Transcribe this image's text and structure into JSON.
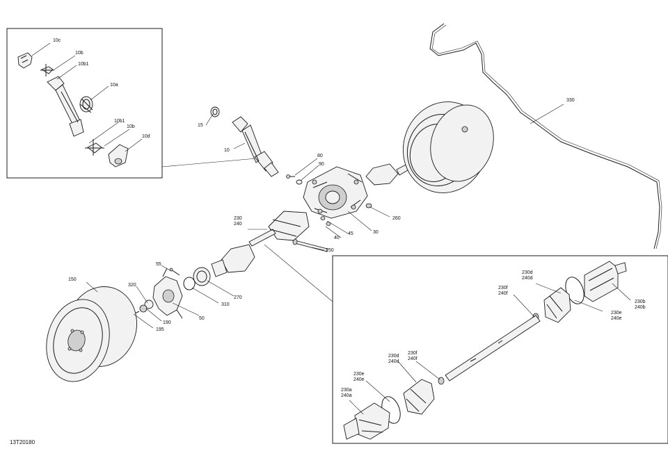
{
  "diagram": {
    "reference_code": "13T20180",
    "callouts": {
      "inset_driveshaft": [
        "10c",
        "10b",
        "10b1",
        "10a",
        "10b1",
        "10b",
        "10d"
      ],
      "main": [
        "15",
        "10",
        "80",
        "90",
        "330",
        "230\n240",
        "260",
        "30",
        "45",
        "40",
        "250",
        "55",
        "320",
        "150",
        "190",
        "195",
        "50",
        "310",
        "270"
      ],
      "inset_axle": [
        "230d\n240d",
        "230f\n240f",
        "230b\n240b",
        "230e\n240e",
        "230d\n240d",
        "230f\n240f",
        "230e\n240e",
        "230a\n240a"
      ]
    }
  }
}
